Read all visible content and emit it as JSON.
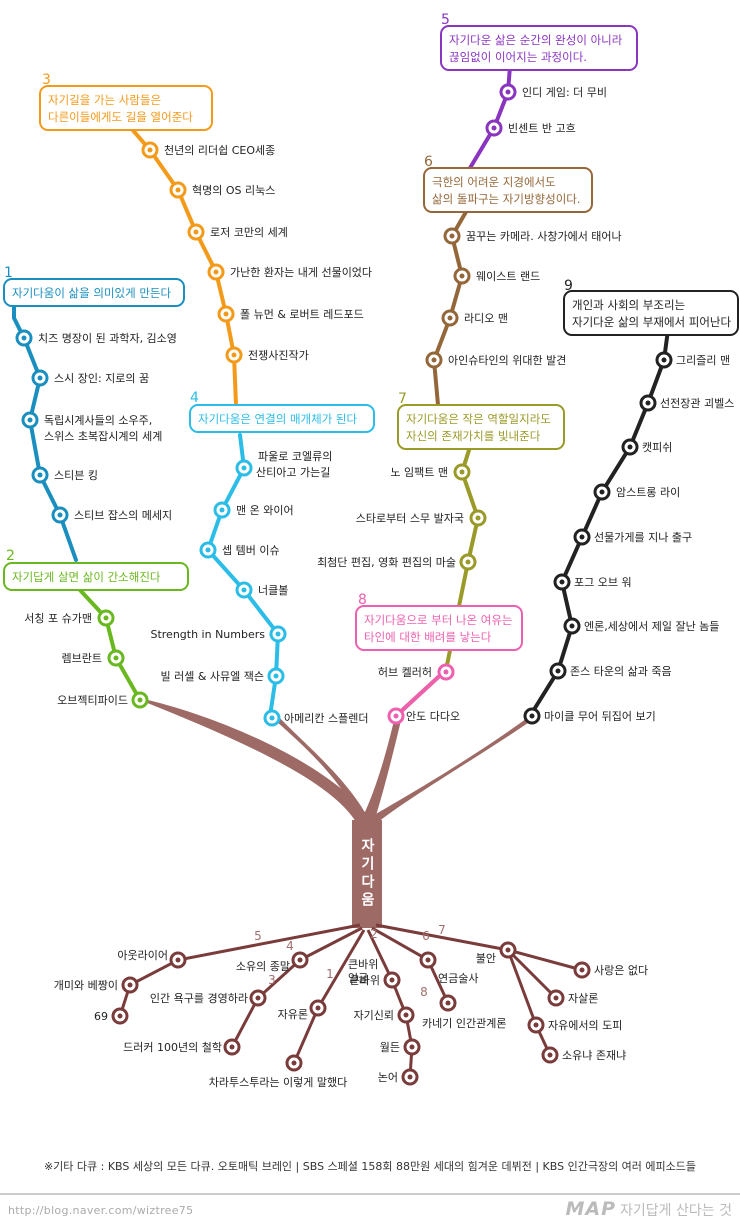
{
  "trunk_label": "자기다움",
  "branches": [
    {
      "num": "1",
      "title": [
        "자기다움이 삶을 의미있게 만든다"
      ],
      "color": "#1a8fbf",
      "stations": [
        "치즈 명장이 된 과학자, 김소영",
        "스시 장인: 지로의 꿈",
        "독립시계사들의 소우주,",
        "스위스 초복잡시계의 세계",
        "스티븐 킹",
        "스티브 잡스의 메세지"
      ]
    },
    {
      "num": "2",
      "title": [
        "자기답게 살면 삶이 간소해진다"
      ],
      "color": "#6ab820",
      "stations": [
        "서칭 포 슈가맨",
        "렘브란트",
        "오브젝티파이드"
      ]
    },
    {
      "num": "3",
      "title": [
        "자기길을 가는 사람들은",
        "다른이들에게도 길을 열어준다"
      ],
      "color": "#f39a1a",
      "stations": [
        "천년의 리더쉽 CEO세종",
        "혁명의 OS 리눅스",
        "로저 코만의 세계",
        "가난한 환자는 내게 선물이었다",
        "폴 뉴먼 & 로버트 레드포드",
        "전쟁사진작가"
      ]
    },
    {
      "num": "4",
      "title": [
        "자기다움은 연결의 매개체가 된다"
      ],
      "color": "#2bbde8",
      "stations": [
        "파울로 코엘류의",
        "산티아고 가는길",
        "맨 온 와이어",
        "셉 템버 이슈",
        "너클볼",
        "Strength in Numbers",
        "빌 러셀 & 사뮤엘 잭슨",
        "아메리칸 스플렌더"
      ]
    },
    {
      "num": "5",
      "title": [
        "자기다운 삶은 순간의 완성이 아니라",
        "끊임없이 이어지는 과정이다."
      ],
      "color": "#8a35c0",
      "stations": [
        "인디 게임: 더 무비",
        "빈센트 반 고흐"
      ]
    },
    {
      "num": "6",
      "title": [
        "극한의 어려운 지경에서도",
        "삶의 돌파구는 자기방향성이다."
      ],
      "color": "#94673a",
      "stations": [
        "꿈꾸는 카메라. 사창가에서 태어나",
        "웨이스트 랜드",
        "라디오 맨",
        "아인슈타인의 위대한 발견"
      ]
    },
    {
      "num": "7",
      "title": [
        "자기다움은 작은 역할일지라도",
        "자신의 존재가치를 빛내준다"
      ],
      "color": "#9a9a28",
      "stations": [
        "노 임팩트 맨",
        "스타로부터 스무 발자국",
        "최첨단 편집, 영화 편집의 마술"
      ]
    },
    {
      "num": "8",
      "title": [
        "자기다움으로 부터 나온 여유는",
        "타인에 대한 배려를 낳는다"
      ],
      "color": "#ee5fae",
      "stations": [
        "허브 켈러허",
        "안도 다다오"
      ]
    },
    {
      "num": "9",
      "title": [
        "개인과 사회의 부조리는",
        "자기다운 삶의 부재에서 피어난다"
      ],
      "color": "#222222",
      "stations": [
        "그리즐리 맨",
        "선전장관 괴벨스",
        "캣피쉬",
        "암스트롱 라이",
        "선물가게를 지나 출구",
        "포그 오브 워",
        "엔론,세상에서 제일 잘난 놈들",
        "존스 타운의 삶과 죽음",
        "마이클 무어 뒤집어 보기"
      ]
    }
  ],
  "roots": {
    "numbers": [
      "5",
      "4",
      "3",
      "1",
      "2",
      "6",
      "8",
      "7"
    ],
    "items": [
      "아웃라이어",
      "개미와 베짱이",
      "69",
      "소유의 종말",
      "인간 욕구를 경영하라",
      "드러커 100년의 철학",
      "자유론",
      "차라투스투라는 이렇게 말했다",
      "큰바위",
      "얼굴",
      "자기신뢰",
      "월든",
      "논어",
      "연금술사",
      "카네기 인간관계론",
      "불안",
      "사랑은 없다",
      "자살론",
      "자유에서의 도피",
      "소유냐 존재냐"
    ]
  },
  "footer": {
    "note": "※기타 다큐 : KBS 세상의 모든 다큐. 오토매틱 브레인 | SBS 스페셜 158회 88만원 세대의 힘겨운 데뷔전 | KBS 인간극장의 여러 에피소드들",
    "url": "http://blog.naver.com/wiztree75",
    "brand_mark": "MAP",
    "brand_slogan": "자기답게 산다는 것"
  },
  "colors": {
    "trunk": "#9e6a66",
    "root": "#7a3b3b"
  }
}
